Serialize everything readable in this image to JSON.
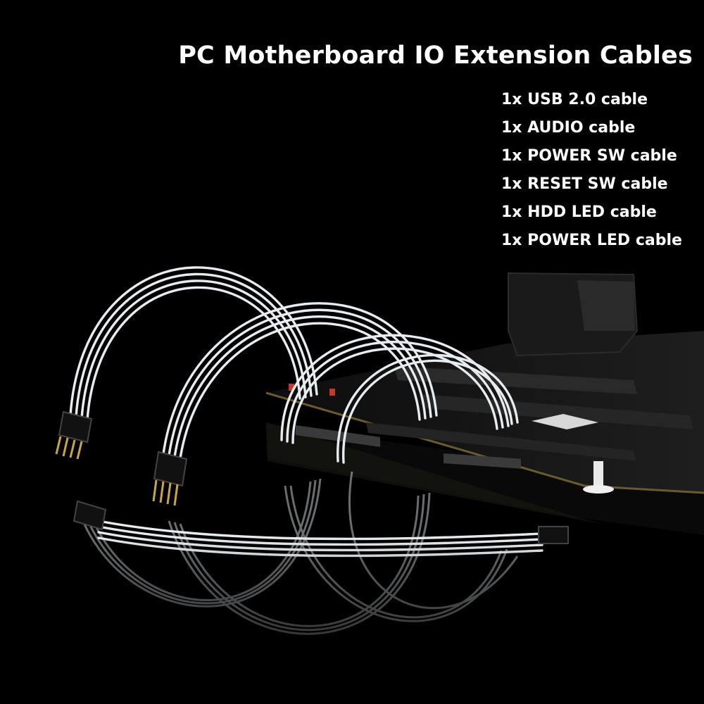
{
  "title": "PC Motherboard IO Extension Cables",
  "contents": [
    "1x USB 2.0 cable",
    "1x AUDIO cable",
    "1x POWER SW cable",
    "1x RESET SW cable",
    "1x HDD LED cable",
    "1x POWER LED cable"
  ],
  "colors": {
    "background": "#000000",
    "text": "#ffffff",
    "cable": "#e6ecef",
    "board": "#151515",
    "pin": "#c9a54a"
  }
}
